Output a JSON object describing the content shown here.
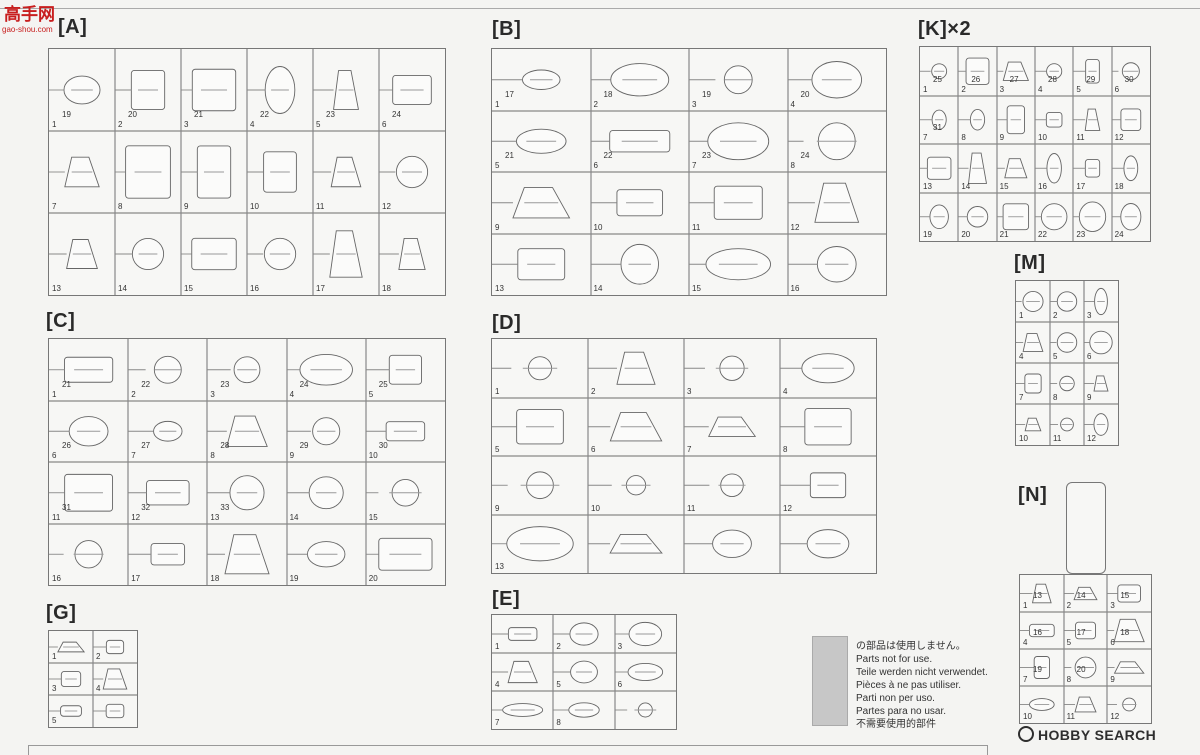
{
  "corner_logo": {
    "text": "高手网",
    "url": "gao-shou.com"
  },
  "watermark": {
    "text": "HOBBY SEARCH"
  },
  "notice": {
    "lines": [
      "の部品は使用しません。",
      "Parts not for use.",
      "Teile werden nicht verwendet.",
      "Pièces à ne pas utiliser.",
      "Parti non per uso.",
      "Partes para no usar.",
      "不需要使用的部件"
    ]
  },
  "sheets": [
    {
      "id": "A",
      "label": "[A]",
      "numbers": [
        "1",
        "2",
        "3",
        "4",
        "5",
        "6",
        "7",
        "8",
        "9",
        "10",
        "11",
        "12",
        "13",
        "14",
        "15",
        "16",
        "17",
        "18",
        "19",
        "20",
        "21",
        "22",
        "23",
        "24"
      ]
    },
    {
      "id": "B",
      "label": "[B]",
      "numbers": [
        "1",
        "2",
        "3",
        "4",
        "5",
        "6",
        "7",
        "8",
        "9",
        "10",
        "11",
        "12",
        "13",
        "14",
        "15",
        "16",
        "17",
        "18",
        "19",
        "20",
        "21",
        "22",
        "23",
        "24"
      ]
    },
    {
      "id": "K",
      "label": "[K]×2",
      "numbers": [
        "1",
        "2",
        "3",
        "4",
        "5",
        "6",
        "7",
        "8",
        "9",
        "10",
        "11",
        "12",
        "13",
        "14",
        "15",
        "16",
        "17",
        "18",
        "19",
        "20",
        "21",
        "22",
        "23",
        "24",
        "25",
        "26",
        "27",
        "28",
        "29",
        "30",
        "31"
      ]
    },
    {
      "id": "M",
      "label": "[M]",
      "numbers": [
        "1",
        "2",
        "3",
        "4",
        "5",
        "6",
        "7",
        "8",
        "9",
        "10",
        "11",
        "12"
      ]
    },
    {
      "id": "C",
      "label": "[C]",
      "numbers": [
        "1",
        "2",
        "3",
        "4",
        "5",
        "6",
        "7",
        "8",
        "9",
        "10",
        "11",
        "12",
        "13",
        "14",
        "15",
        "16",
        "17",
        "18",
        "19",
        "20",
        "21",
        "22",
        "23",
        "24",
        "25",
        "26",
        "27",
        "28",
        "29",
        "30",
        "31",
        "32",
        "33"
      ]
    },
    {
      "id": "D",
      "label": "[D]",
      "numbers": [
        "1",
        "2",
        "3",
        "4",
        "5",
        "6",
        "7",
        "8",
        "9",
        "10",
        "11",
        "12",
        "13"
      ]
    },
    {
      "id": "N",
      "label": "[N]",
      "numbers": [
        "1",
        "2",
        "3",
        "4",
        "5",
        "6",
        "7",
        "8",
        "9",
        "10",
        "11",
        "12",
        "13",
        "14",
        "15",
        "16",
        "17",
        "18",
        "19",
        "20"
      ]
    },
    {
      "id": "G",
      "label": "[G]",
      "numbers": [
        "1",
        "2",
        "3",
        "4",
        "5"
      ]
    },
    {
      "id": "E",
      "label": "[E]",
      "numbers": [
        "1",
        "2",
        "3",
        "4",
        "5",
        "6",
        "7",
        "8"
      ]
    }
  ]
}
